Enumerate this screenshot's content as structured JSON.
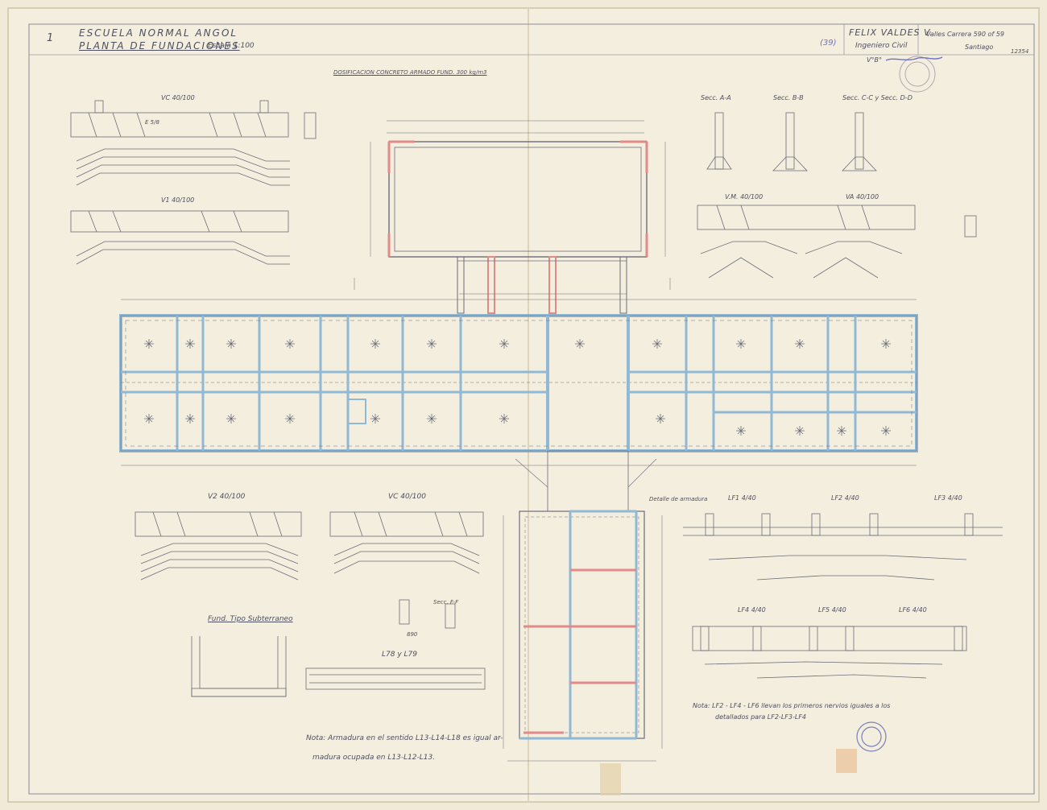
{
  "title_block": {
    "sheet_number": "1",
    "school": "ESCUELA NORMAL ANGOL",
    "plan": "PLANTA DE FUNDACIONES",
    "scale": "Escala 1:100",
    "engineer": "FELIX VALDES V.",
    "engineer_role": "Ingeniero Civil",
    "office_address": "Valles Carrera 590 of 59",
    "city": "Santiago",
    "stamp_code": "(39)",
    "signed_label": "V°B°",
    "ref_number": "12354"
  },
  "notes": {
    "concrete_spec": "DOSIFICACION CONCRETO ARMADO FUND. 300 kg/m3",
    "armadura_note_1": "Nota: Armadura en el sentido L13-L14-L18 es igual ar-",
    "armadura_note_2": "madura ocupada en L13-L12-L13.",
    "lf_note_1": "Nota: LF2 - LF4 - LF6 llevan los primeros nervios iguales a los",
    "lf_note_2": "detallados para LF2-LF3-LF4"
  },
  "sections": {
    "top_left_beam": "VC 40/100",
    "top_left_stirrups": "E 5/8",
    "top_left_beam2": "V1 40/100",
    "seccion_a": "Secc. A-A",
    "seccion_b": "Secc. B-B",
    "seccion_c": "Secc. C-C y Secc. D-D",
    "vm": "V.M. 40/100",
    "va": "VA 40/100",
    "bottom_v2": "V2 40/100",
    "bottom_vc": "VC 40/100",
    "fund_subterraneo": "Fund. Tipo Subterraneo",
    "l78": "L78 y L79",
    "lf1": "LF1 4/40",
    "lf2": "LF2 4/40",
    "lf3": "LF3 4/40",
    "lf4": "LF4 4/40",
    "lf5": "LF5 4/40",
    "lf6": "LF6 4/40",
    "total_width": "890",
    "seccion_f": "Secc. F-F",
    "detalle": "Detalle de armadura"
  },
  "colors": {
    "paper": "#f1ead8",
    "pencil": "#6b6c78",
    "blue_wall": "#8fb9d4",
    "red_beam": "#e08a8a",
    "stamp": "#7a7fb8"
  }
}
